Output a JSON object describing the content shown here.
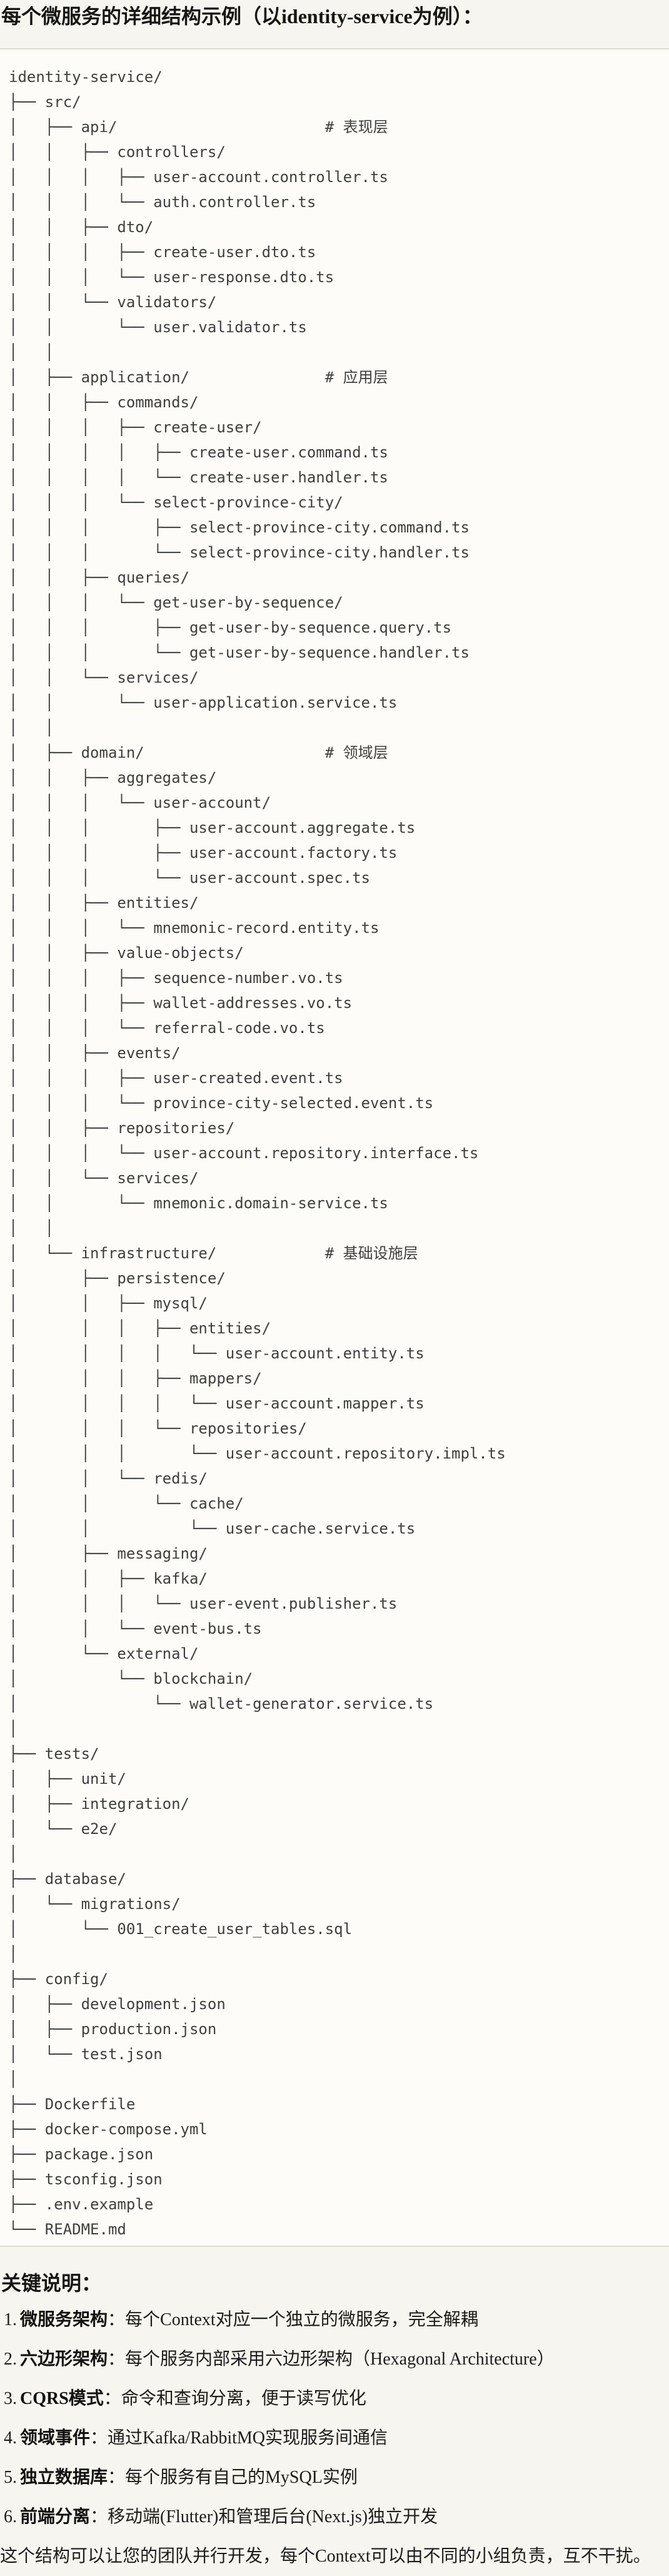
{
  "page": {
    "title": "每个微服务的详细结构示例（以identity-service为例）："
  },
  "tree": {
    "lines": [
      "identity-service/",
      "├── src/",
      "│   ├── api/                       # 表现层",
      "│   │   ├── controllers/",
      "│   │   │   ├── user-account.controller.ts",
      "│   │   │   └── auth.controller.ts",
      "│   │   ├── dto/",
      "│   │   │   ├── create-user.dto.ts",
      "│   │   │   └── user-response.dto.ts",
      "│   │   └── validators/",
      "│   │       └── user.validator.ts",
      "│   │",
      "│   ├── application/               # 应用层",
      "│   │   ├── commands/",
      "│   │   │   ├── create-user/",
      "│   │   │   │   ├── create-user.command.ts",
      "│   │   │   │   └── create-user.handler.ts",
      "│   │   │   └── select-province-city/",
      "│   │   │       ├── select-province-city.command.ts",
      "│   │   │       └── select-province-city.handler.ts",
      "│   │   ├── queries/",
      "│   │   │   └── get-user-by-sequence/",
      "│   │   │       ├── get-user-by-sequence.query.ts",
      "│   │   │       └── get-user-by-sequence.handler.ts",
      "│   │   └── services/",
      "│   │       └── user-application.service.ts",
      "│   │",
      "│   ├── domain/                    # 领域层",
      "│   │   ├── aggregates/",
      "│   │   │   └── user-account/",
      "│   │   │       ├── user-account.aggregate.ts",
      "│   │   │       ├── user-account.factory.ts",
      "│   │   │       └── user-account.spec.ts",
      "│   │   ├── entities/",
      "│   │   │   └── mnemonic-record.entity.ts",
      "│   │   ├── value-objects/",
      "│   │   │   ├── sequence-number.vo.ts",
      "│   │   │   ├── wallet-addresses.vo.ts",
      "│   │   │   └── referral-code.vo.ts",
      "│   │   ├── events/",
      "│   │   │   ├── user-created.event.ts",
      "│   │   │   └── province-city-selected.event.ts",
      "│   │   ├── repositories/",
      "│   │   │   └── user-account.repository.interface.ts",
      "│   │   └── services/",
      "│   │       └── mnemonic.domain-service.ts",
      "│   │",
      "│   └── infrastructure/            # 基础设施层",
      "│       ├── persistence/",
      "│       │   ├── mysql/",
      "│       │   │   ├── entities/",
      "│       │   │   │   └── user-account.entity.ts",
      "│       │   │   ├── mappers/",
      "│       │   │   │   └── user-account.mapper.ts",
      "│       │   │   └── repositories/",
      "│       │   │       └── user-account.repository.impl.ts",
      "│       │   └── redis/",
      "│       │       └── cache/",
      "│       │           └── user-cache.service.ts",
      "│       ├── messaging/",
      "│       │   ├── kafka/",
      "│       │   │   └── user-event.publisher.ts",
      "│       │   └── event-bus.ts",
      "│       └── external/",
      "│           └── blockchain/",
      "│               └── wallet-generator.service.ts",
      "│",
      "├── tests/",
      "│   ├── unit/",
      "│   ├── integration/",
      "│   └── e2e/",
      "│",
      "├── database/",
      "│   └── migrations/",
      "│       └── 001_create_user_tables.sql",
      "│",
      "├── config/",
      "│   ├── development.json",
      "│   ├── production.json",
      "│   └── test.json",
      "│",
      "├── Dockerfile",
      "├── docker-compose.yml",
      "├── package.json",
      "├── tsconfig.json",
      "├── .env.example",
      "└── README.md"
    ]
  },
  "notes": {
    "heading": "关键说明：",
    "items": [
      {
        "num": "1.",
        "term": "微服务架构",
        "sep": "：",
        "desc": "每个Context对应一个独立的微服务，完全解耦"
      },
      {
        "num": "2.",
        "term": "六边形架构",
        "sep": "：",
        "desc": "每个服务内部采用六边形架构（Hexagonal Architecture）"
      },
      {
        "num": "3.",
        "term": "CQRS模式",
        "sep": "：",
        "desc": "命令和查询分离，便于读写优化"
      },
      {
        "num": "4.",
        "term": "领域事件",
        "sep": "：",
        "desc": "通过Kafka/RabbitMQ实现服务间通信"
      },
      {
        "num": "5.",
        "term": "独立数据库",
        "sep": "：",
        "desc": "每个服务有自己的MySQL实例"
      },
      {
        "num": "6.",
        "term": "前端分离",
        "sep": "：",
        "desc": "移动端(Flutter)和管理后台(Next.js)独立开发"
      }
    ],
    "footer": "这个结构可以让您的团队并行开发，每个Context可以由不同的小组负责，互不干扰。"
  },
  "colors": {
    "page_background": "#f7f5ef",
    "code_background": "#fdfcf8",
    "code_border": "#dedbd3",
    "tree_text": "#3f3f3d",
    "body_text": "#1c1c1a"
  }
}
